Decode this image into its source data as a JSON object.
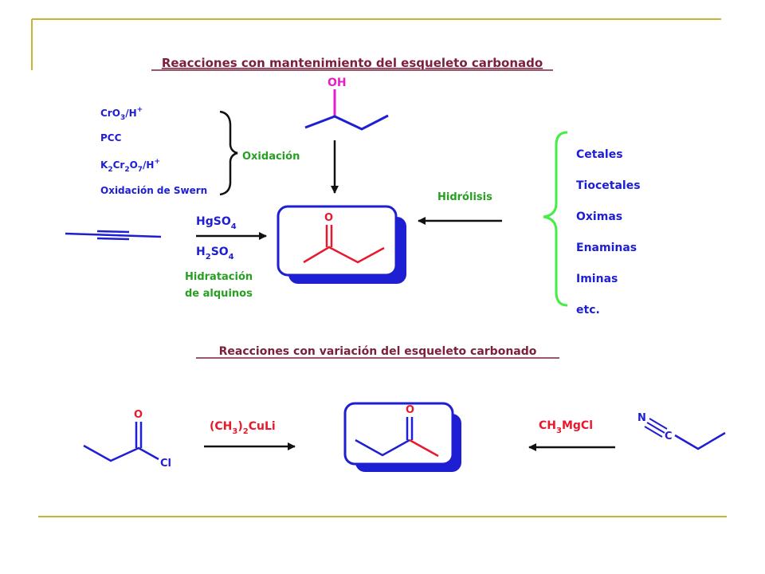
{
  "colors": {
    "frame": "#c8b432",
    "title": "#7b1f3a",
    "red": "#e8192c",
    "blue": "#1e1ed2",
    "green": "#27a021",
    "magenta": "#e61ec8",
    "black": "#111111"
  },
  "section1": {
    "title": "Reacciones con mantenimiento del esqueleto carbonado",
    "alcohol_oh": "OH",
    "ketone_o": "O",
    "oxidation": {
      "reagents": [
        "CrO",
        "PCC",
        "K",
        "Oxidación de Swern"
      ],
      "cro3": {
        "a": "CrO",
        "sub": "3",
        "b": "/H",
        "sup": "+"
      },
      "pcc": "PCC",
      "k2cr2o7": {
        "a": "K",
        "s1": "2",
        "b": "Cr",
        "s2": "2",
        "c": "O",
        "s3": "7",
        "d": "/H",
        "sup": "+"
      },
      "swern": "Oxidación de Swern",
      "label": "Oxidación"
    },
    "hydration": {
      "hgso4": {
        "a": "HgSO",
        "sub": "4"
      },
      "h2so4": {
        "a": "H",
        "s1": "2",
        "b": "SO",
        "s2": "4"
      },
      "label_line1": "Hidratación",
      "label_line2": "de alquinos"
    },
    "hydrolysis": {
      "label": "Hidrólisis",
      "items": [
        "Cetales",
        "Tiocetales",
        "Oximas",
        "Enaminas",
        "Iminas",
        "etc."
      ]
    }
  },
  "section2": {
    "title": "Reacciones con variación  del esqueleto carbonado",
    "acyl_o": "O",
    "acyl_cl": "Cl",
    "product_o": "O",
    "cuprate": {
      "a": "(CH",
      "sub": "3",
      "b": ")",
      "sub2": "2",
      "c": "CuLi"
    },
    "grignard": {
      "a": "CH",
      "sub": "3",
      "b": "MgCl"
    },
    "nitrile_n": "N",
    "nitrile_c": "C"
  }
}
